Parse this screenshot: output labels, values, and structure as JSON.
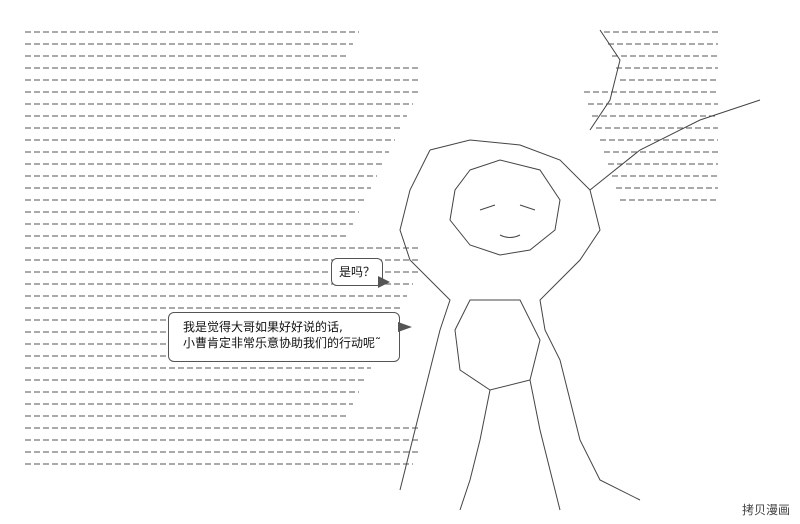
{
  "bubbles": {
    "small": "是吗？",
    "large_line1": "我是觉得大哥如果好好说的话,",
    "large_line2": "小曹肯定非常乐意协助我们的行动呢˜"
  },
  "watermark": "拷贝漫画",
  "colors": {
    "background": "#ffffff",
    "ink": "#333333"
  }
}
